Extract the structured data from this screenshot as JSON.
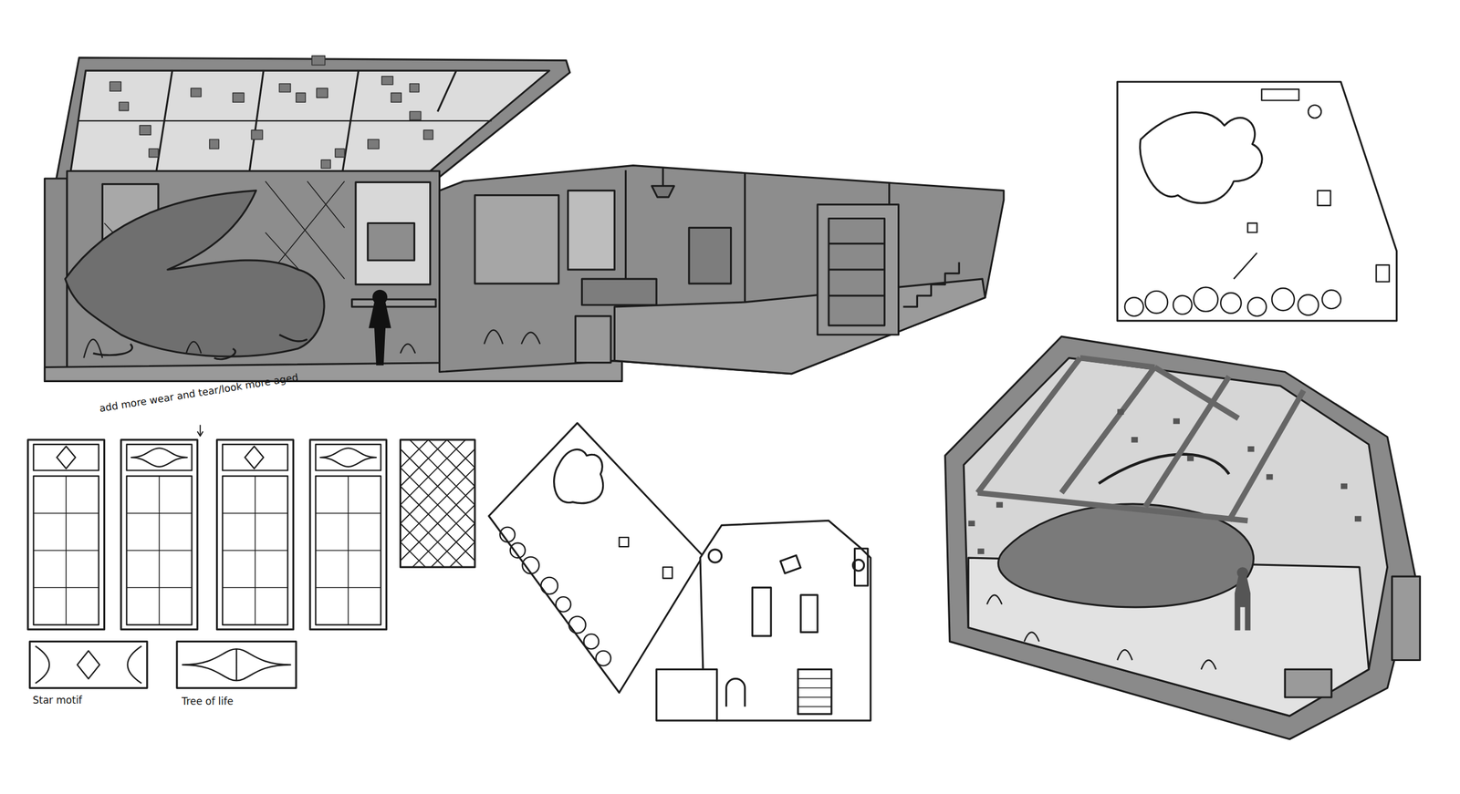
{
  "diagram": {
    "labels": [
      "add more wear and tear/look more aged",
      "Star motif",
      "Tree of life"
    ]
  }
}
